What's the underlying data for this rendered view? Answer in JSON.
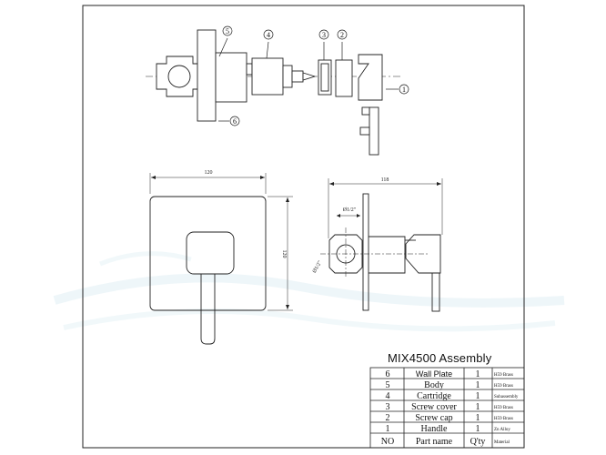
{
  "assembly_title": "MIX4500 Assembly",
  "dimensions": {
    "front_width": "120",
    "front_height": "120",
    "side_depth": "118",
    "side_top_callout": "Ø1/2\"",
    "side_left_callout": "Ø1/2\""
  },
  "callouts": [
    "1",
    "2",
    "3",
    "4",
    "5",
    "6"
  ],
  "parts_table": {
    "header": {
      "no": "NO",
      "name": "Part name",
      "qty": "Q'ty",
      "material": "Material"
    },
    "rows": [
      {
        "no": "6",
        "name": "Wall Plate",
        "qty": "1",
        "material": "H59 Brass"
      },
      {
        "no": "5",
        "name": "Body",
        "qty": "1",
        "material": "H59 Brass"
      },
      {
        "no": "4",
        "name": "Cartridge",
        "qty": "1",
        "material": "Subassembly"
      },
      {
        "no": "3",
        "name": "Screw cover",
        "qty": "1",
        "material": "H59 Brass"
      },
      {
        "no": "2",
        "name": "Screw cap",
        "qty": "1",
        "material": "H59 Brass"
      },
      {
        "no": "1",
        "name": "Handle",
        "qty": "1",
        "material": "Zn Alloy"
      }
    ]
  }
}
